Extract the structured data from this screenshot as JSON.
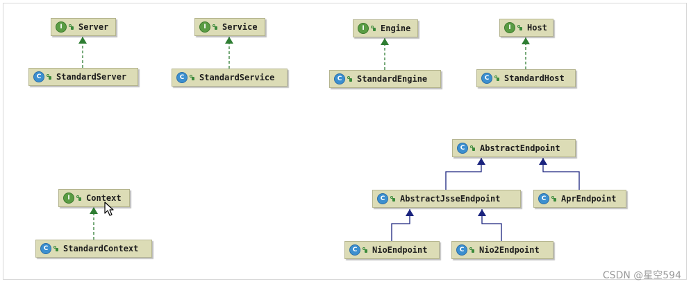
{
  "diagram": {
    "nodes": {
      "server": {
        "label": "Server",
        "kind": "interface",
        "badge": "I"
      },
      "standard_server": {
        "label": "StandardServer",
        "kind": "class",
        "badge": "C"
      },
      "service": {
        "label": "Service",
        "kind": "interface",
        "badge": "I"
      },
      "standard_service": {
        "label": "StandardService",
        "kind": "class",
        "badge": "C"
      },
      "engine": {
        "label": "Engine",
        "kind": "interface",
        "badge": "I"
      },
      "standard_engine": {
        "label": "StandardEngine",
        "kind": "class",
        "badge": "C"
      },
      "host": {
        "label": "Host",
        "kind": "interface",
        "badge": "I"
      },
      "standard_host": {
        "label": "StandardHost",
        "kind": "class",
        "badge": "C"
      },
      "context": {
        "label": "Context",
        "kind": "interface",
        "badge": "I"
      },
      "standard_context": {
        "label": "StandardContext",
        "kind": "class",
        "badge": "C"
      },
      "abstract_endpoint": {
        "label": "AbstractEndpoint",
        "kind": "class",
        "badge": "C"
      },
      "abstract_jsse_endpoint": {
        "label": "AbstractJsseEndpoint",
        "kind": "class",
        "badge": "C"
      },
      "apr_endpoint": {
        "label": "AprEndpoint",
        "kind": "class",
        "badge": "C"
      },
      "nio_endpoint": {
        "label": "NioEndpoint",
        "kind": "class",
        "badge": "C"
      },
      "nio2_endpoint": {
        "label": "Nio2Endpoint",
        "kind": "class",
        "badge": "C"
      }
    },
    "edges": [
      {
        "from": "standard_server",
        "to": "server",
        "type": "implements"
      },
      {
        "from": "standard_service",
        "to": "service",
        "type": "implements"
      },
      {
        "from": "standard_engine",
        "to": "engine",
        "type": "implements"
      },
      {
        "from": "standard_host",
        "to": "host",
        "type": "implements"
      },
      {
        "from": "standard_context",
        "to": "context",
        "type": "implements"
      },
      {
        "from": "abstract_jsse_endpoint",
        "to": "abstract_endpoint",
        "type": "extends"
      },
      {
        "from": "apr_endpoint",
        "to": "abstract_endpoint",
        "type": "extends"
      },
      {
        "from": "nio_endpoint",
        "to": "abstract_jsse_endpoint",
        "type": "extends"
      },
      {
        "from": "nio2_endpoint",
        "to": "abstract_jsse_endpoint",
        "type": "extends"
      }
    ],
    "colors": {
      "node_fill": "#dcdcb6",
      "implements_edge": "#2e7d32",
      "extends_edge": "#1a237e",
      "interface_badge": "#5a9c44",
      "class_badge": "#3c8fcf"
    }
  },
  "watermark": "CSDN @星空594",
  "icons": {
    "interface": "interface-icon",
    "class": "class-icon",
    "cursor": "mouse-cursor-icon"
  }
}
